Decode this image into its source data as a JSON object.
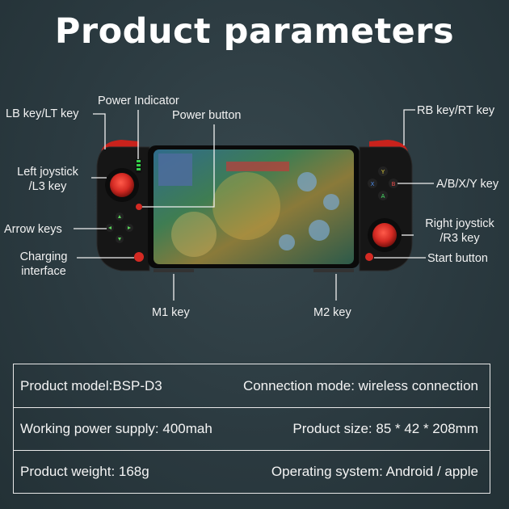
{
  "title": "Product parameters",
  "labels": {
    "lb_lt": "LB key/LT key",
    "power_indicator": "Power Indicator",
    "power_button": "Power button",
    "rb_rt": "RB key/RT key",
    "left_joystick_1": "Left joystick",
    "left_joystick_2": "/L3 key",
    "abxy": "A/B/X/Y key",
    "arrow_keys": "Arrow keys",
    "right_joystick_1": "Right joystick",
    "right_joystick_2": "/R3 key",
    "charging_1": "Charging",
    "charging_2": "interface",
    "start_button": "Start button",
    "m1": "M1 key",
    "m2": "M2 key"
  },
  "parameters": [
    {
      "left": "Product model:BSP-D3",
      "right": "Connection mode: wireless connection"
    },
    {
      "left": "Working power supply: 400mah",
      "right": "Product size: 85 * 42 * 208mm"
    },
    {
      "left": "Product weight: 168g",
      "right": "Operating system: Android / apple"
    }
  ],
  "colors": {
    "background": "#2e3c42",
    "controller_body": "#161616",
    "accent_red": "#d42a23",
    "indicator_green": "#35d04a"
  }
}
